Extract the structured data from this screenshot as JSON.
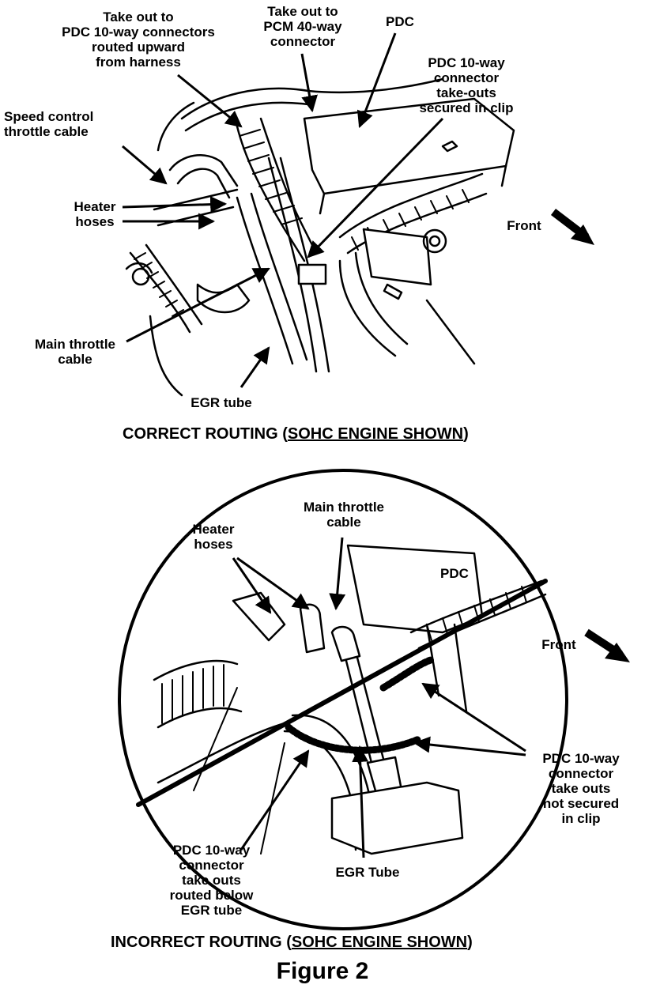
{
  "top_diagram": {
    "labels": {
      "take_out_pdc": "Take out to\nPDC 10-way connectors\nrouted upward\nfrom harness",
      "take_out_pcm": "Take out to\nPCM 40-way\nconnector",
      "pdc": "PDC",
      "pdc_secured": "PDC 10-way\nconnector\ntake-outs\nsecured in clip",
      "speed_control": "Speed control\nthrottle cable",
      "heater_hoses": "Heater\nhoses",
      "front": "Front",
      "main_throttle": "Main throttle\ncable",
      "egr_tube": "EGR tube"
    },
    "caption": {
      "prefix": "CORRECT ROUTING (",
      "underlined": "SOHC ENGINE SHOWN",
      "suffix": ")"
    }
  },
  "bottom_diagram": {
    "labels": {
      "main_throttle": "Main throttle\ncable",
      "heater_hoses": "Heater\nhoses",
      "pdc": "PDC",
      "front": "Front",
      "pdc_not_secured": "PDC 10-way\nconnector\ntake outs\nnot secured\nin clip",
      "pdc_below_egr": "PDC 10-way\nconnector\ntake outs\nrouted below\nEGR tube",
      "egr_tube": "EGR Tube"
    },
    "caption": {
      "prefix": "INCORRECT ROUTING (",
      "underlined": "SOHC ENGINE SHOWN",
      "suffix": ")"
    }
  },
  "figure_title": "Figure 2"
}
